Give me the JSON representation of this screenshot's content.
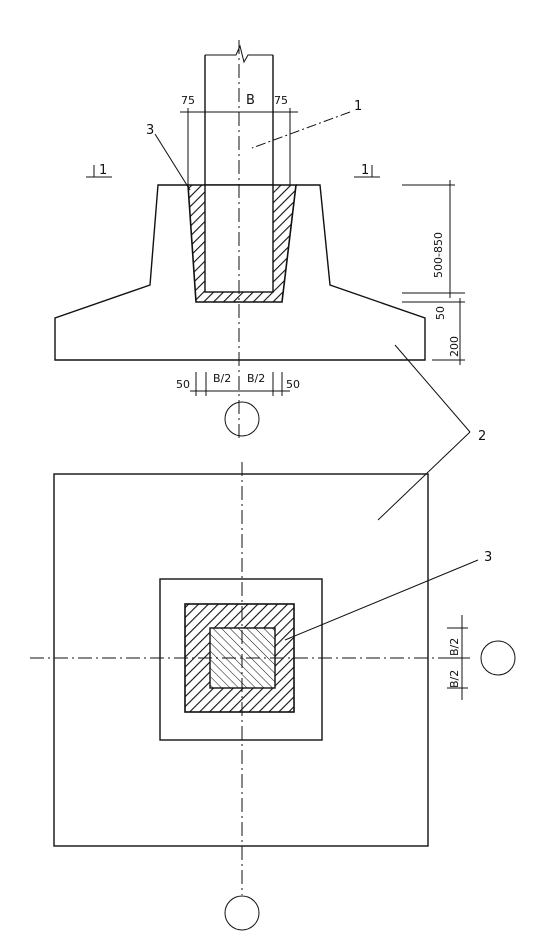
{
  "labels": {
    "callout_1": "1",
    "callout_2": "2",
    "callout_3_section": "3",
    "callout_3_plan": "3",
    "section_mark_left": "1",
    "section_mark_right": "1"
  },
  "dimensions": {
    "top_left": "75",
    "top_center": "B",
    "top_right": "75",
    "height_socket": "500-850",
    "height_bottom": "50",
    "height_base": "200",
    "bottom_left": "50",
    "bottom_half_left": "B/2",
    "bottom_half_right": "B/2",
    "bottom_right": "50",
    "plan_half_top": "B/2",
    "plan_half_bottom": "B/2"
  }
}
